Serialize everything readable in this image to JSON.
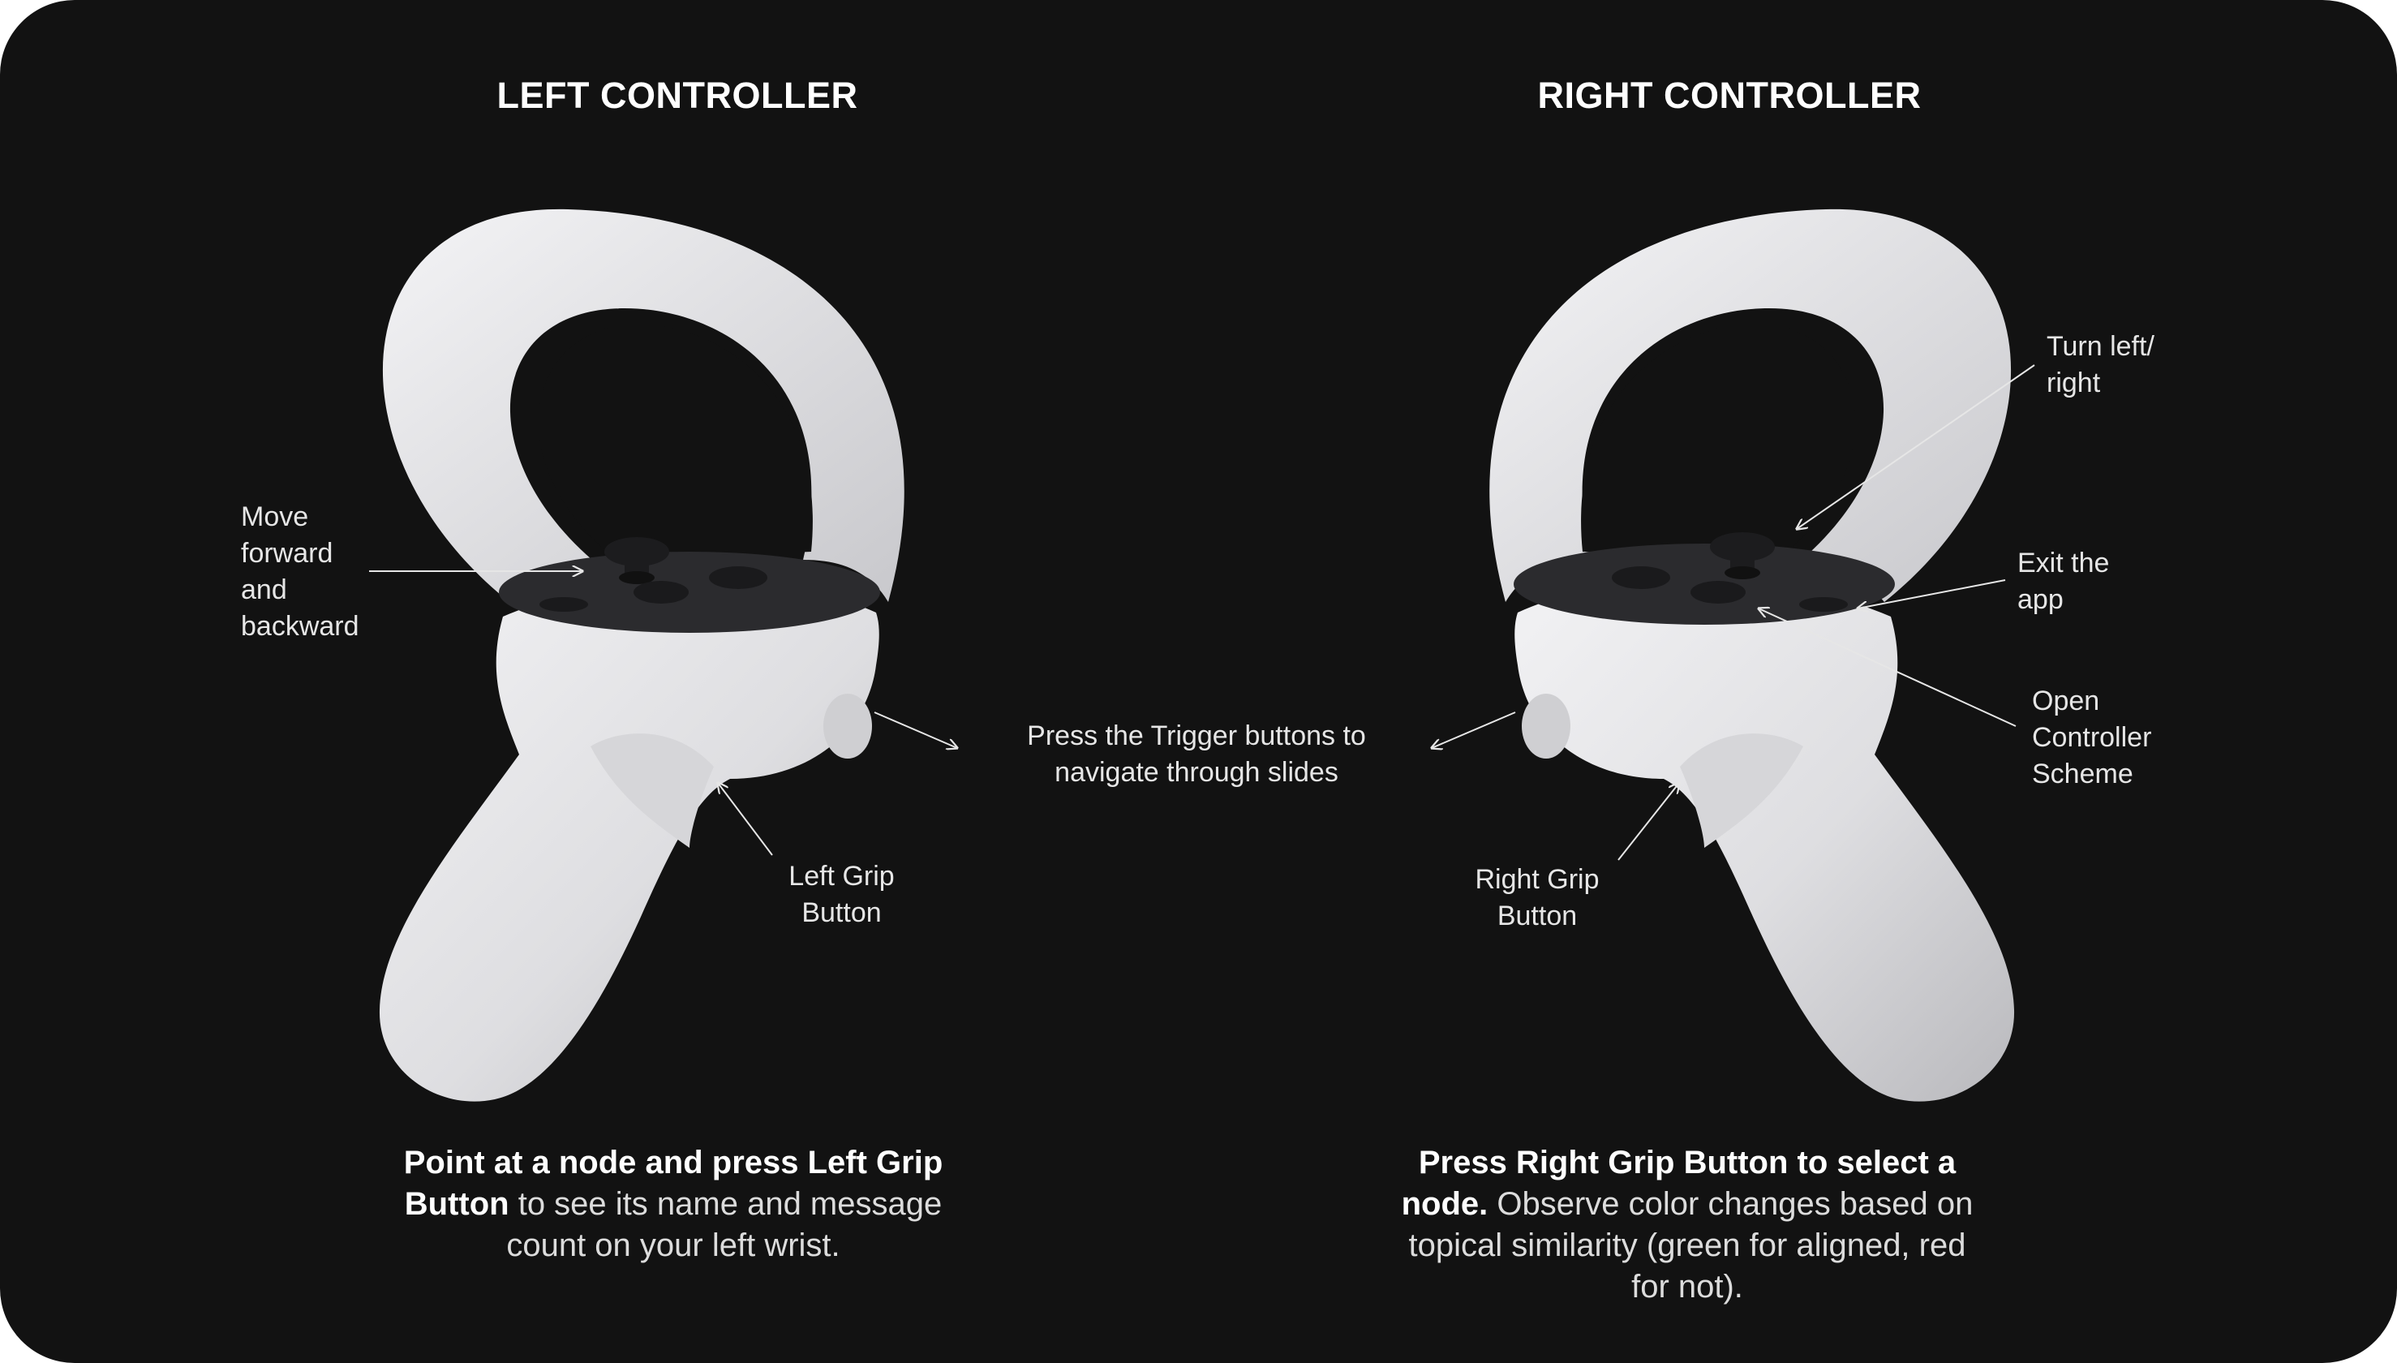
{
  "titles": {
    "left": "LEFT CONTROLLER",
    "right": "RIGHT CONTROLLER"
  },
  "labels": {
    "move": [
      "Move",
      "forward",
      "and",
      "backward"
    ],
    "left_grip": [
      "Left Grip",
      "Button"
    ],
    "trigger": [
      "Press the Trigger buttons to",
      "navigate through slides"
    ],
    "turn": [
      "Turn left/",
      "right"
    ],
    "exit": [
      "Exit the",
      "app"
    ],
    "scheme": [
      "Open",
      "Controller",
      "Scheme"
    ],
    "right_grip": [
      "Right Grip",
      "Button"
    ]
  },
  "captions": {
    "left_bold_1": "Point at a node and press Left Grip",
    "left_bold_2": "Button",
    "left_rest_2": " to see its name and message",
    "left_3": "count on your left wrist.",
    "right_bold_1": "Press Right Grip Button to select a",
    "right_bold_2": "node.",
    "right_rest_2": " Observe color changes based on",
    "right_3": "topical similarity (green for aligned, red",
    "right_4": "for not)."
  },
  "colors": {
    "background": "#121212",
    "controller_body": "#e4e4e6",
    "button_plate": "#2b2b2e",
    "text": "#e6e6e6"
  }
}
